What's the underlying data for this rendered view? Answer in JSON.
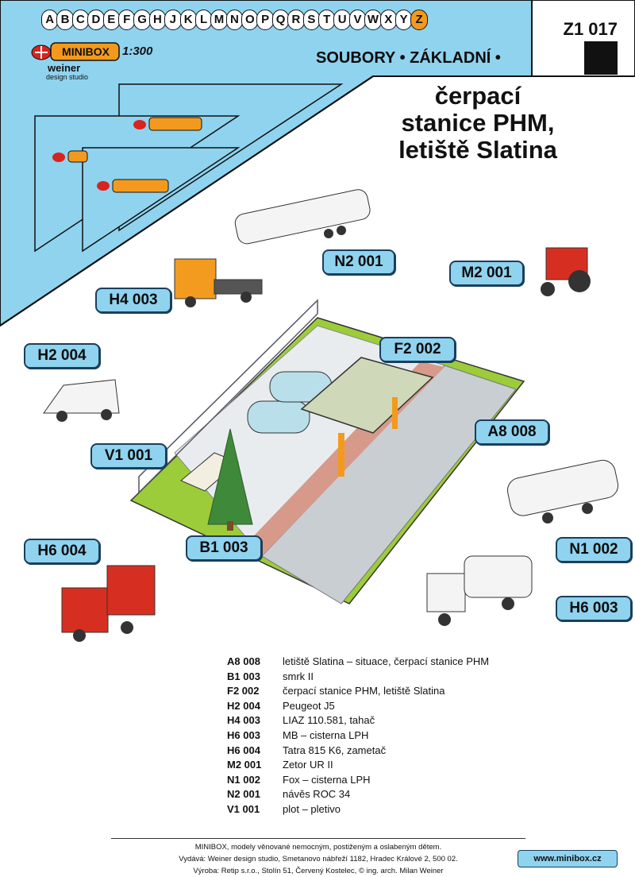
{
  "header": {
    "alphabet": [
      "A",
      "B",
      "C",
      "D",
      "E",
      "F",
      "G",
      "H",
      "J",
      "K",
      "L",
      "M",
      "N",
      "O",
      "P",
      "Q",
      "R",
      "S",
      "T",
      "U",
      "V",
      "W",
      "X",
      "Y",
      "Z"
    ],
    "brand": "MINIBOX",
    "scale": "1:300",
    "studio_line1": "weiner",
    "studio_line2": "design studio",
    "code": "Z1 017",
    "series": "SOUBORY • ZÁKLADNÍ •"
  },
  "title": {
    "line1": "čerpací",
    "line2": "stanice PHM,",
    "line3": "letiště Slatina"
  },
  "labels": {
    "n2_001": "N2 001",
    "m2_001": "M2 001",
    "h4_003": "H4 003",
    "h2_004": "H2 004",
    "f2_002": "F2 002",
    "a8_008": "A8 008",
    "v1_001": "V1 001",
    "h6_004": "H6 004",
    "b1_003": "B1 003",
    "n1_002": "N1 002",
    "h6_003": "H6 003"
  },
  "parts": [
    {
      "code": "A8 008",
      "name": "letiště Slatina – situace, čerpací stanice PHM"
    },
    {
      "code": "B1 003",
      "name": "smrk II"
    },
    {
      "code": "F2 002",
      "name": "čerpací stanice PHM, letiště Slatina"
    },
    {
      "code": "H2 004",
      "name": "Peugeot J5"
    },
    {
      "code": "H4 003",
      "name": "LIAZ 110.581, tahač"
    },
    {
      "code": "H6 003",
      "name": "MB – cisterna LPH"
    },
    {
      "code": "H6 004",
      "name": "Tatra 815 K6, zametač"
    },
    {
      "code": "M2 001",
      "name": "Zetor UR II"
    },
    {
      "code": "N1 002",
      "name": "Fox – cisterna LPH"
    },
    {
      "code": "N2 001",
      "name": "návěs ROC 34"
    },
    {
      "code": "V1 001",
      "name": "plot – pletivo"
    }
  ],
  "footer": {
    "line1": "MINIBOX, modely věnované nemocným, postiženým a oslabeným dětem.",
    "line2": "Vydává: Weiner design studio, Smetanovo nábřeží 1182, Hradec Králové 2, 500 02.",
    "line3": "Výroba: Retip s.r.o., Stolín 51, Červený Kostelec, © ing. arch. Milan Weiner",
    "web": "www.minibox.cz"
  },
  "colors": {
    "sky_blue": "#8fd3ef",
    "brand_orange": "#f39a1e",
    "brand_red": "#d9231d",
    "grass": "#9ccc3a",
    "truck_red": "#d62f22",
    "cab_orange": "#f29b1f"
  }
}
